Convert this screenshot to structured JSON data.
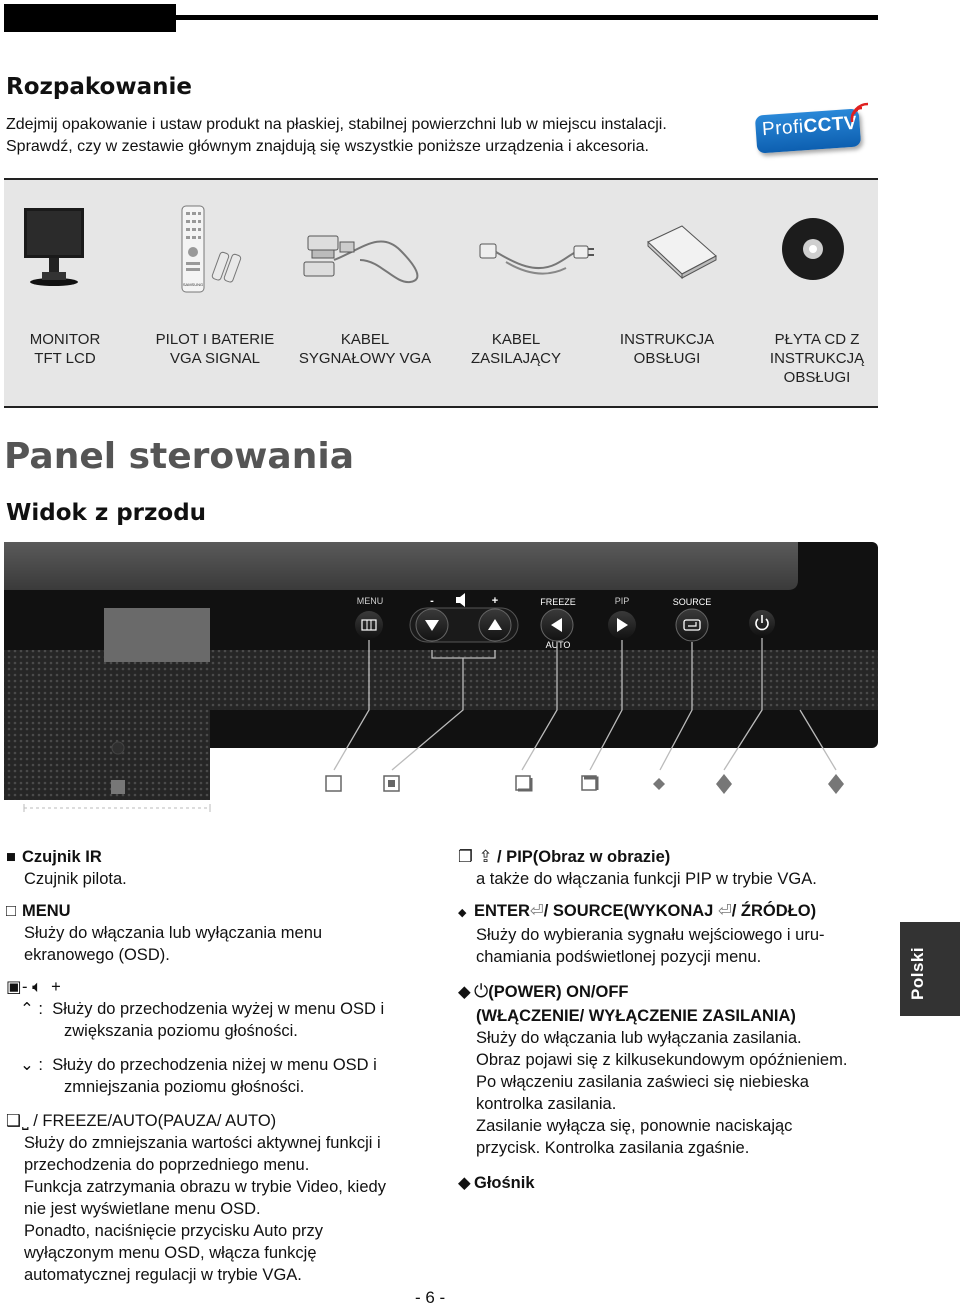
{
  "section_unpack": {
    "title": "Rozpakowanie",
    "line1": "Zdejmij opakowanie i ustaw produkt na płaskiej, stabilnej powierzchni lub w miejscu instalacji.",
    "line2": "Sprawdź, czy w zestawie głównym znajdują się wszystkie poniższe urządzenia i akcesoria."
  },
  "logo": {
    "part1": "Profi",
    "part2": "CCTV"
  },
  "accessories": [
    {
      "line1": "MONITOR",
      "line2": "TFT LCD",
      "line3": ""
    },
    {
      "line1": "PILOT I BATERIE",
      "line2": "VGA SIGNAL",
      "line3": ""
    },
    {
      "line1": "KABEL",
      "line2": "SYGNAŁOWY VGA",
      "line3": ""
    },
    {
      "line1": "KABEL",
      "line2": "ZASILAJĄCY",
      "line3": ""
    },
    {
      "line1": "INSTRUKCJA",
      "line2": "OBSŁUGI",
      "line3": ""
    },
    {
      "line1": "PŁYTA CD Z",
      "line2": "INSTRUKCJĄ",
      "line3": "OBSŁUGI"
    }
  ],
  "remote_brand": "SAMSUNG",
  "section_panel": {
    "title": "Panel sterowania",
    "subtitle": "Widok z przodu"
  },
  "panel_labels": {
    "menu": "MENU",
    "minus": "-",
    "plus": "+",
    "freeze": "FREEZE",
    "pip": "PIP",
    "source": "SOURCE",
    "auto": "AUTO"
  },
  "descriptions": {
    "ir_title": "Czujnik IR",
    "ir_text": "Czujnik pilota.",
    "menu_title": "MENU",
    "menu_text1": "Służy do włączania lub wyłączania menu",
    "menu_text2": "ekranowego (OSD).",
    "vol_title_minus": "-",
    "vol_title_plus": "+",
    "up_colon": ":",
    "up_text1": "Służy do przechodzenia wyżej w menu OSD i",
    "up_text2": "zwiększania poziomu głośności.",
    "down_colon": ":",
    "down_text1": "Służy do przechodzenia niżej w menu OSD i",
    "down_text2": "zmniejszania poziomu głośności.",
    "freeze_title": "/ FREEZE/AUTO(PAUZA/ AUTO)",
    "freeze_text1": "Służy do zmniejszania wartości aktywnej funkcji i",
    "freeze_text2": "przechodzenia do poprzedniego menu.",
    "freeze_text3": "Funkcja zatrzymania obrazu w trybie Video, kiedy",
    "freeze_text4": "nie jest wyświetlane menu OSD.",
    "freeze_text5": "Ponadto, naciśnięcie przycisku Auto przy",
    "freeze_text6": "wyłączonym menu OSD, włącza funkcję",
    "freeze_text7": "automatycznej regulacji w trybie VGA.",
    "pip_title": "/ PIP(Obraz w obrazie)",
    "pip_text": "a także do włączania funkcji PIP w trybie VGA.",
    "enter_title_a": "ENTER",
    "enter_title_b": "/ SOURCE(WYKONAJ",
    "enter_title_c": "/ ŹRÓDŁO)",
    "enter_text1": "Służy do wybierania sygnału wejściowego i uru-",
    "enter_text2": "chamiania podświetlonej pozycji menu.",
    "power_title1": "(POWER) ON/OFF",
    "power_title2": "(WŁĄCZENIE/ WYŁĄCZENIE ZASILANIA)",
    "power_text1": "Służy do włączania lub wyłączania zasilania.",
    "power_text2": "Obraz pojawi się z kilkusekundowym opóźnieniem.",
    "power_text3": "Po włączeniu zasilania zaświeci się niebieska",
    "power_text4": "kontrolka zasilania.",
    "power_text5": "Zasilanie wyłącza się, ponownie naciskając",
    "power_text6": "przycisk. Kontrolka zasilania zgaśnie.",
    "speaker_title": "Głośnik"
  },
  "page_number": "- 6 -",
  "side_tab": "Polski"
}
